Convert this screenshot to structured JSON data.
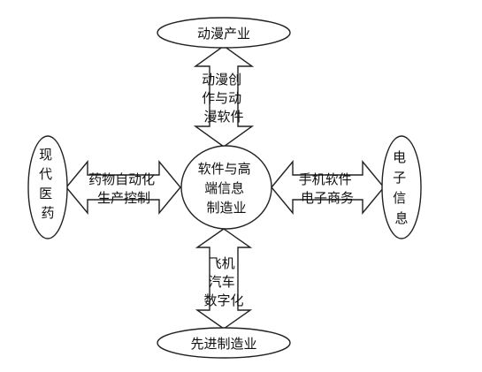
{
  "center": {
    "lines": [
      "软件与高",
      "端信息",
      "制造业"
    ]
  },
  "nodes": {
    "top": {
      "lines": [
        "动漫产业"
      ]
    },
    "bottom": {
      "lines": [
        "先进制造业"
      ]
    },
    "left": {
      "lines": [
        "现",
        "代",
        "医",
        "药"
      ]
    },
    "right": {
      "lines": [
        "电",
        "子",
        "信",
        "息"
      ]
    }
  },
  "links": {
    "top": {
      "lines": [
        "动漫创",
        "作与动",
        "漫软件"
      ]
    },
    "bottom": {
      "lines": [
        "飞机",
        "汽车",
        "数字化"
      ]
    },
    "left": {
      "lines": [
        "药物自动化",
        "生产控制"
      ]
    },
    "right": {
      "lines": [
        "手机软件",
        "电子商务"
      ]
    }
  }
}
